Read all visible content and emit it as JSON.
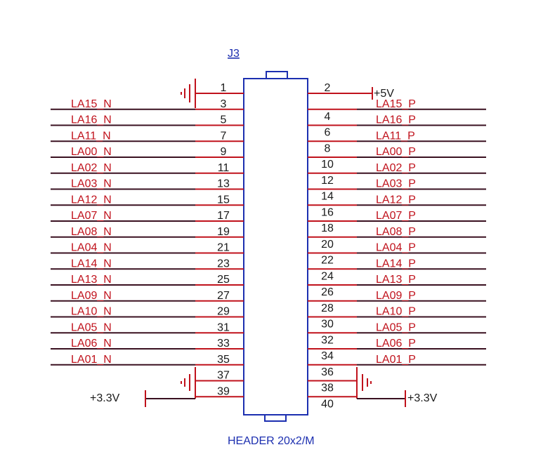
{
  "component": {
    "refdes": "J3",
    "part": "HEADER 20x2/M"
  },
  "colors": {
    "body": "#1c2fb0",
    "pin": "#c0121c",
    "wire": "#3a1020",
    "net_label": "#c0121c",
    "text": "#1a1a1a"
  },
  "left_pins": [
    "1",
    "3",
    "5",
    "7",
    "9",
    "11",
    "13",
    "15",
    "17",
    "19",
    "21",
    "23",
    "25",
    "27",
    "29",
    "31",
    "33",
    "35",
    "37",
    "39"
  ],
  "right_pins": [
    "2",
    "4",
    "6",
    "8",
    "10",
    "12",
    "14",
    "16",
    "18",
    "20",
    "22",
    "24",
    "26",
    "28",
    "30",
    "32",
    "34",
    "36",
    "38",
    "40"
  ],
  "left_nets": [
    "LA15_N",
    "LA16_N",
    "LA11_N",
    "LA00_N",
    "LA02_N",
    "LA03_N",
    "LA12_N",
    "LA07_N",
    "LA08_N",
    "LA04_N",
    "LA14_N",
    "LA13_N",
    "LA09_N",
    "LA10_N",
    "LA05_N",
    "LA06_N",
    "LA01_N"
  ],
  "right_nets": [
    "LA15_P",
    "LA16_P",
    "LA11_P",
    "LA00_P",
    "LA02_P",
    "LA03_P",
    "LA12_P",
    "LA07_P",
    "LA08_P",
    "LA04_P",
    "LA14_P",
    "LA13_P",
    "LA09_P",
    "LA10_P",
    "LA05_P",
    "LA06_P",
    "LA01_P"
  ],
  "power": {
    "top_right": "+5V",
    "bottom_left": "+3.3V",
    "bottom_right": "+3.3V"
  },
  "symbols": {
    "ground": "ground-icon",
    "power": "power-flag-icon"
  }
}
